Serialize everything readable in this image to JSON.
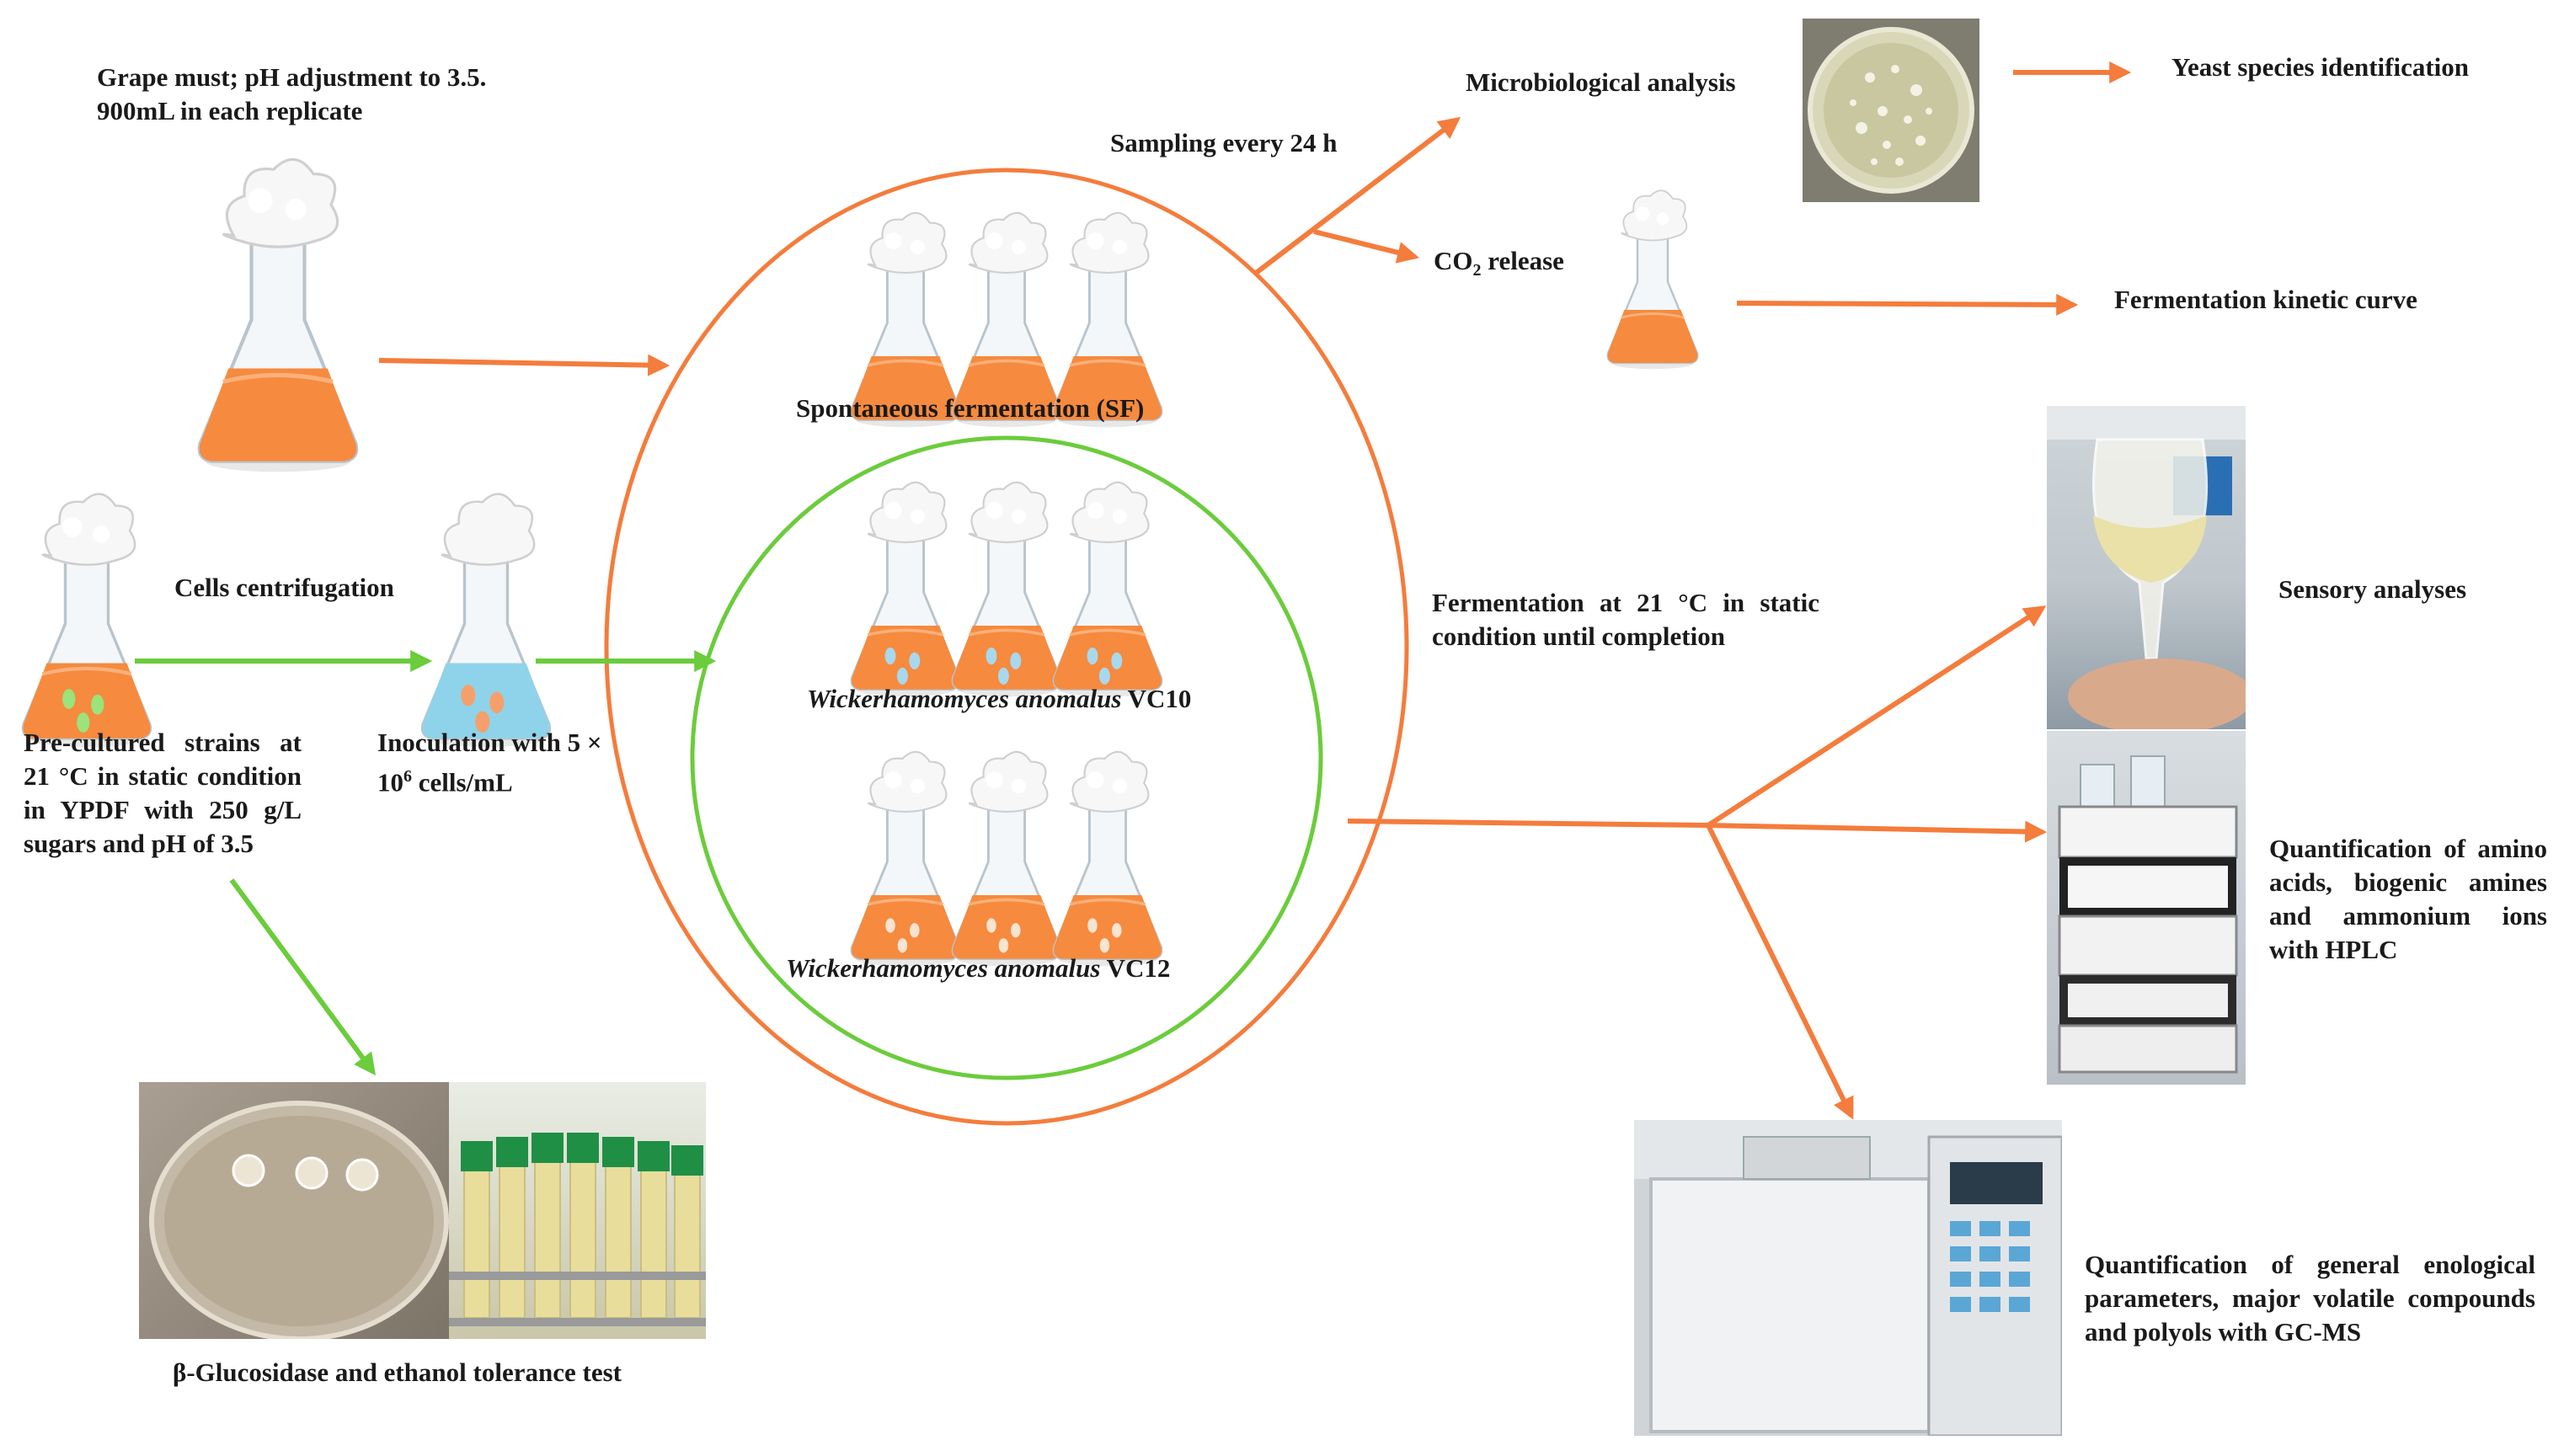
{
  "colors": {
    "orange": "#f47c3c",
    "green": "#6bcc3c",
    "liquid_orange": "#f68a3e",
    "liquid_blue": "#8fd3ea"
  },
  "labels": {
    "grape_must": "Grape must; pH adjustment to 3.5. 900mL in each replicate",
    "cells_centrifugation": "Cells centrifugation",
    "pre_cultured": "Pre-cultured strains at 21 °C in static condition in YPDF with 250 g/L sugars and pH of 3.5",
    "inoculation_prefix": "Inoculation with 5 × 10",
    "inoculation_exp": "6",
    "inoculation_suffix": " cells/mL",
    "glucosidase_test": "β-Glucosidase and ethanol tolerance test",
    "sampling": "Sampling every 24 h",
    "spontaneous": "Spontaneous fermentation (SF)",
    "w_anomalus_italic": "Wickerhamomyces anomalus",
    "vc10": " VC10",
    "vc12": " VC12",
    "microbiological": "Microbiological analysis",
    "yeast_id": "Yeast species identification",
    "co2_prefix": "CO",
    "co2_sub": "2",
    "co2_suffix": " release",
    "kinetic_curve": "Fermentation kinetic curve",
    "fermentation_cond": "Fermentation at 21 °C in static condition until completion",
    "sensory": "Sensory analyses",
    "hplc": "Quantification of amino acids, biogenic amines and ammonium ions with HPLC",
    "gcms": "Quantification of general enological parameters, major volatile compounds and polyols with GC-MS"
  },
  "icons": [
    "flask-icon",
    "petri-dish-photo",
    "test-tubes-photo",
    "wine-glass-photo",
    "hplc-photo",
    "gc-ms-photo"
  ]
}
